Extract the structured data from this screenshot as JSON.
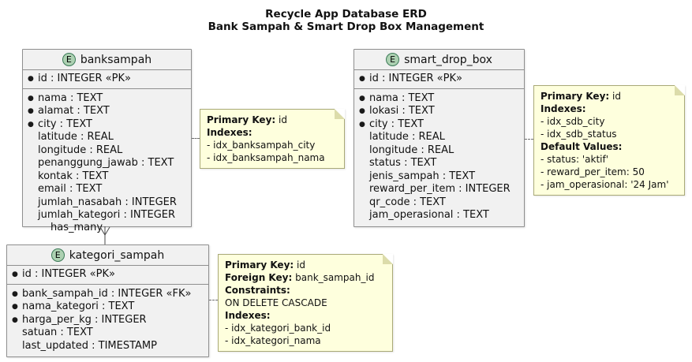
{
  "title": {
    "line1": "Recycle App Database ERD",
    "line2": "Bank Sampah & Smart Drop Box Management"
  },
  "colors": {
    "entity_bg": "#f1f1f1",
    "entity_border": "#8f8f8f",
    "note_bg": "#feffdd",
    "note_border": "#a9a977",
    "spot_bg": "#add1b2",
    "spot_border": "#3b7a57"
  },
  "entities": {
    "banksampah": {
      "name": "banksampah",
      "spot": "E",
      "id_row": {
        "b": "●",
        "t": "id : INTEGER «PK»"
      },
      "fields": [
        {
          "b": "●",
          "t": "nama : TEXT"
        },
        {
          "b": "●",
          "t": "alamat : TEXT"
        },
        {
          "b": "●",
          "t": "city : TEXT"
        },
        {
          "b": "",
          "t": "latitude : REAL"
        },
        {
          "b": "",
          "t": "longitude : REAL"
        },
        {
          "b": "",
          "t": "penanggung_jawab : TEXT"
        },
        {
          "b": "",
          "t": "kontak : TEXT"
        },
        {
          "b": "",
          "t": "email : TEXT"
        },
        {
          "b": "",
          "t": "jumlah_nasabah : INTEGER"
        },
        {
          "b": "",
          "t": "jumlah_kategori : INTEGER"
        }
      ]
    },
    "smart_drop_box": {
      "name": "smart_drop_box",
      "spot": "E",
      "id_row": {
        "b": "●",
        "t": "id : INTEGER «PK»"
      },
      "fields": [
        {
          "b": "●",
          "t": "nama : TEXT"
        },
        {
          "b": "●",
          "t": "lokasi : TEXT"
        },
        {
          "b": "●",
          "t": "city : TEXT"
        },
        {
          "b": "",
          "t": "latitude : REAL"
        },
        {
          "b": "",
          "t": "longitude : REAL"
        },
        {
          "b": "",
          "t": "status : TEXT"
        },
        {
          "b": "",
          "t": "jenis_sampah : TEXT"
        },
        {
          "b": "",
          "t": "reward_per_item : INTEGER"
        },
        {
          "b": "",
          "t": "qr_code : TEXT"
        },
        {
          "b": "",
          "t": "jam_operasional : TEXT"
        }
      ]
    },
    "kategori_sampah": {
      "name": "kategori_sampah",
      "spot": "E",
      "id_row": {
        "b": "●",
        "t": "id : INTEGER «PK»"
      },
      "fields": [
        {
          "b": "●",
          "t": "bank_sampah_id : INTEGER «FK»"
        },
        {
          "b": "●",
          "t": "nama_kategori : TEXT"
        },
        {
          "b": "●",
          "t": "harga_per_kg : INTEGER"
        },
        {
          "b": "",
          "t": "satuan : TEXT"
        },
        {
          "b": "",
          "t": "last_updated : TIMESTAMP"
        }
      ]
    }
  },
  "notes": {
    "banksampah_note": {
      "lines": [
        {
          "b": "Primary Key:",
          "t": " id"
        },
        {
          "b": "Indexes:",
          "t": ""
        },
        {
          "b": "",
          "t": "- idx_banksampah_city"
        },
        {
          "b": "",
          "t": "- idx_banksampah_nama"
        }
      ]
    },
    "smart_drop_box_note": {
      "lines": [
        {
          "b": "Primary Key:",
          "t": " id"
        },
        {
          "b": "Indexes:",
          "t": ""
        },
        {
          "b": "",
          "t": "- idx_sdb_city"
        },
        {
          "b": "",
          "t": "- idx_sdb_status"
        },
        {
          "b": "Default Values:",
          "t": ""
        },
        {
          "b": "",
          "t": "- status: 'aktif'"
        },
        {
          "b": "",
          "t": "- reward_per_item: 50"
        },
        {
          "b": "",
          "t": "- jam_operasional: '24 Jam'"
        }
      ]
    },
    "kategori_note": {
      "lines": [
        {
          "b": "Primary Key:",
          "t": " id"
        },
        {
          "b": "Foreign Key:",
          "t": " bank_sampah_id"
        },
        {
          "b": "Constraints:",
          "t": ""
        },
        {
          "b": "",
          "t": "ON DELETE CASCADE"
        },
        {
          "b": "Indexes:",
          "t": ""
        },
        {
          "b": "",
          "t": "- idx_kategori_bank_id"
        },
        {
          "b": "",
          "t": "- idx_kategori_nama"
        }
      ]
    }
  },
  "relationship": {
    "label": "has_many"
  }
}
